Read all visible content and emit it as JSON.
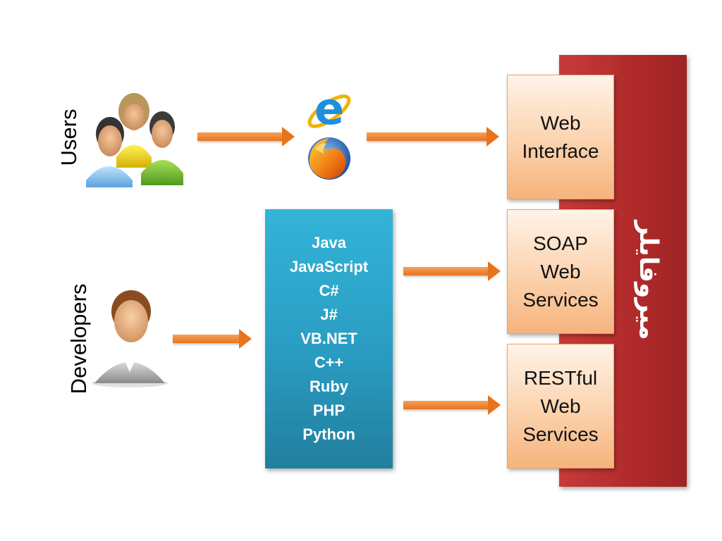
{
  "actors": {
    "users_label": "Users",
    "developers_label": "Developers"
  },
  "icons": {
    "users": "user-group-icon",
    "developer": "developer-icon",
    "browsers": [
      "internet-explorer-icon",
      "firefox-icon"
    ]
  },
  "languages": [
    "Java",
    "JavaScript",
    "C#",
    "J#",
    "VB.NET",
    "C++",
    "Ruby",
    "PHP",
    "Python"
  ],
  "services": [
    {
      "lines": [
        "Web",
        "Interface"
      ]
    },
    {
      "lines": [
        "SOAP",
        "Web",
        "Services"
      ]
    },
    {
      "lines": [
        "RESTful",
        "Web",
        "Services"
      ]
    }
  ],
  "platform": {
    "label": "میروفایلر"
  },
  "colors": {
    "arrow": "#e8731d",
    "platform_bar": "#b02a2a",
    "language_box": "#2a9cc2",
    "service_box": "#fbd2ad"
  }
}
